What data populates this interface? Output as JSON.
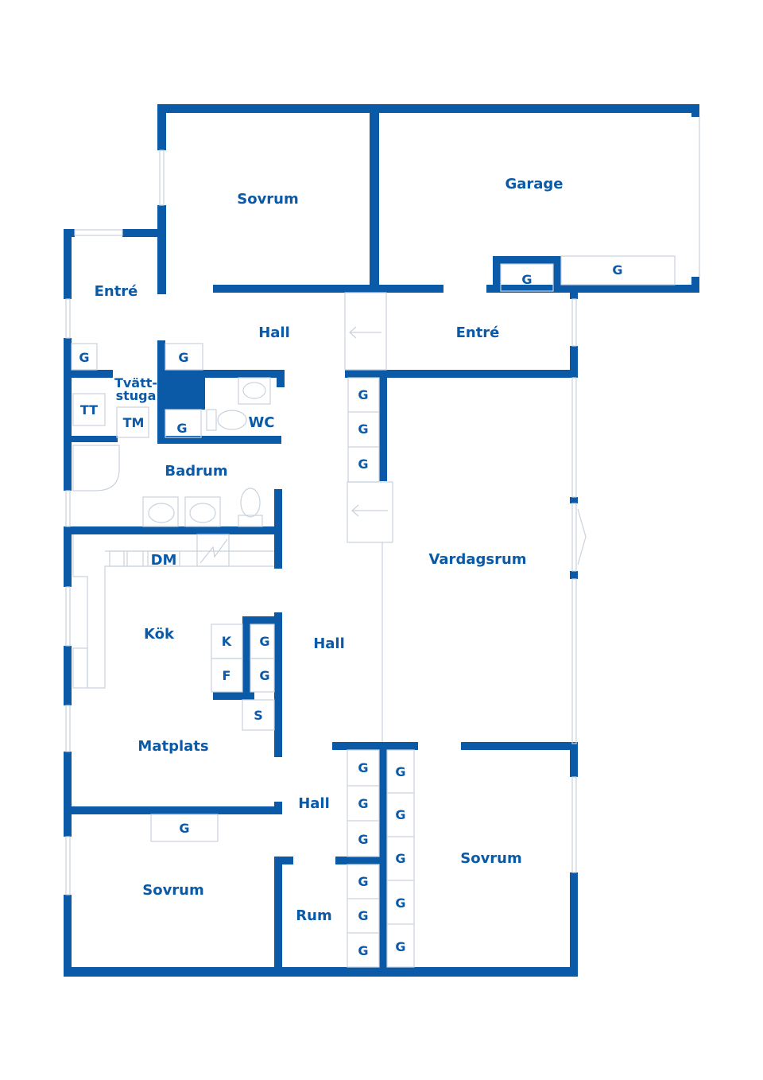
{
  "colors": {
    "wall": "#0a5aa8",
    "text": "#0a5aa8",
    "fixture": "#c9d2dc",
    "background": "#ffffff"
  },
  "rooms": {
    "sovrum_top": "Sovrum",
    "garage": "Garage",
    "entre_left": "Entré",
    "hall_top": "Hall",
    "entre_right": "Entré",
    "tvattstuga_1": "Tvätt-",
    "tvattstuga_2": "stuga",
    "wc": "WC",
    "badrum": "Badrum",
    "dm": "DM",
    "kok": "Kök",
    "hall_mid": "Hall",
    "vardagsrum": "Vardagsrum",
    "matplats": "Matplats",
    "hall_low": "Hall",
    "sovrum_bl": "Sovrum",
    "rum": "Rum",
    "sovrum_br": "Sovrum"
  },
  "markers": {
    "g": "G",
    "tt": "TT",
    "tm": "TM",
    "k": "K",
    "f": "F",
    "s": "S"
  }
}
